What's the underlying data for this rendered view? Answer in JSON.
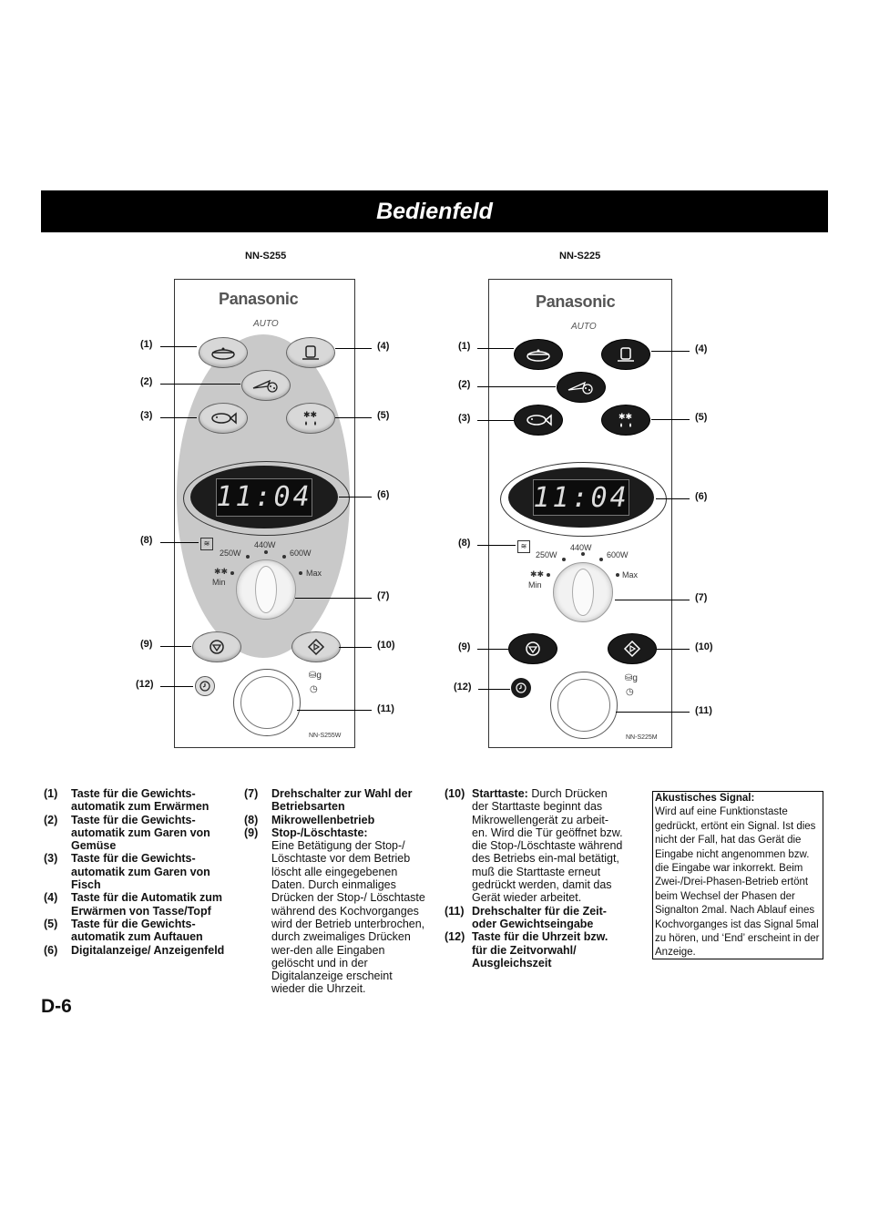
{
  "title": "Bedienfeld",
  "models": {
    "left": "NN-S255",
    "right": "NN-S225"
  },
  "panel": {
    "brand": "Panasonic",
    "auto": "AUTO",
    "display_time": "11:04",
    "power_labels": {
      "p250": "250W",
      "p440": "440W",
      "p600": "600W",
      "min": "Min",
      "max": "Max"
    },
    "weight_symbol": "g",
    "left_code": "NN-S255W",
    "right_code": "NN-S225M"
  },
  "callouts": {
    "c1": "(1)",
    "c2": "(2)",
    "c3": "(3)",
    "c4": "(4)",
    "c5": "(5)",
    "c6": "(6)",
    "c7": "(7)",
    "c8": "(8)",
    "c9": "(9)",
    "c10": "(10)",
    "c11": "(11)",
    "c12": "(12)"
  },
  "legend": {
    "col1": [
      {
        "num": "(1)",
        "text": "Taste für die Gewichts-automatik zum Erwärmen"
      },
      {
        "num": "(2)",
        "text": "Taste für die Gewichts-automatik zum Garen von Gemüse"
      },
      {
        "num": "(3)",
        "text": "Taste für die Gewichts-automatik zum Garen von Fisch"
      },
      {
        "num": "(4)",
        "text": "Taste für die Automatik zum Erwärmen von Tasse/Topf"
      },
      {
        "num": "(5)",
        "text": "Taste für die Gewichts-automatik zum Auftauen"
      },
      {
        "num": "(6)",
        "text": "Digitalanzeige/ Anzeigenfeld"
      }
    ],
    "col2": {
      "i7_num": "(7)",
      "i7_text": "Drehschalter zur Wahl der Betriebsarten",
      "i8_num": "(8)",
      "i8_text": "Mikrowellenbetrieb",
      "i9_num": "(9)",
      "i9_head": "Stop-/Löschtaste:",
      "i9_body": "Eine Betätigung der Stop-/ Löschtaste vor dem Betrieb löscht alle eingegebenen Daten. Durch einmaliges Drücken der Stop-/ Löschtaste während des Kochvorganges wird der Betrieb unterbrochen, durch zweimaliges Drücken wer-den alle Eingaben gelöscht und in der Digitalanzeige erscheint wieder die Uhrzeit."
    },
    "col3": {
      "i10_num": "(10)",
      "i10_head": "Starttaste:",
      "i10_body": "Durch Drücken der Starttaste beginnt das Mikrowellengerät zu arbeit-en. Wird die Tür geöffnet bzw. die Stop-/Löschtaste während des Betriebs ein-mal betätigt, muß die Starttaste erneut gedrückt werden, damit das Gerät wieder arbeitet.",
      "i11_num": "(11)",
      "i11_text": "Drehschalter für die Zeit-oder Gewichtseingabe",
      "i12_num": "(12)",
      "i12_text": "Taste für die Uhrzeit bzw. für die Zeitvorwahl/ Ausgleichszeit"
    }
  },
  "signal": {
    "heading": "Akustisches Signal:",
    "body": "Wird auf eine Funktionstaste gedrückt, ertönt ein Signal. Ist dies nicht der Fall, hat das Gerät die Eingabe nicht angenommen bzw. die Eingabe war inkorrekt. Beim Zwei-/Drei-Phasen-Betrieb ertönt beim Wechsel der Phasen der Signalton 2mal. Nach Ablauf eines Kochvorganges ist das Signal 5mal zu hören, und ‘End’ erscheint in der Anzeige."
  },
  "page_number": "D-6"
}
